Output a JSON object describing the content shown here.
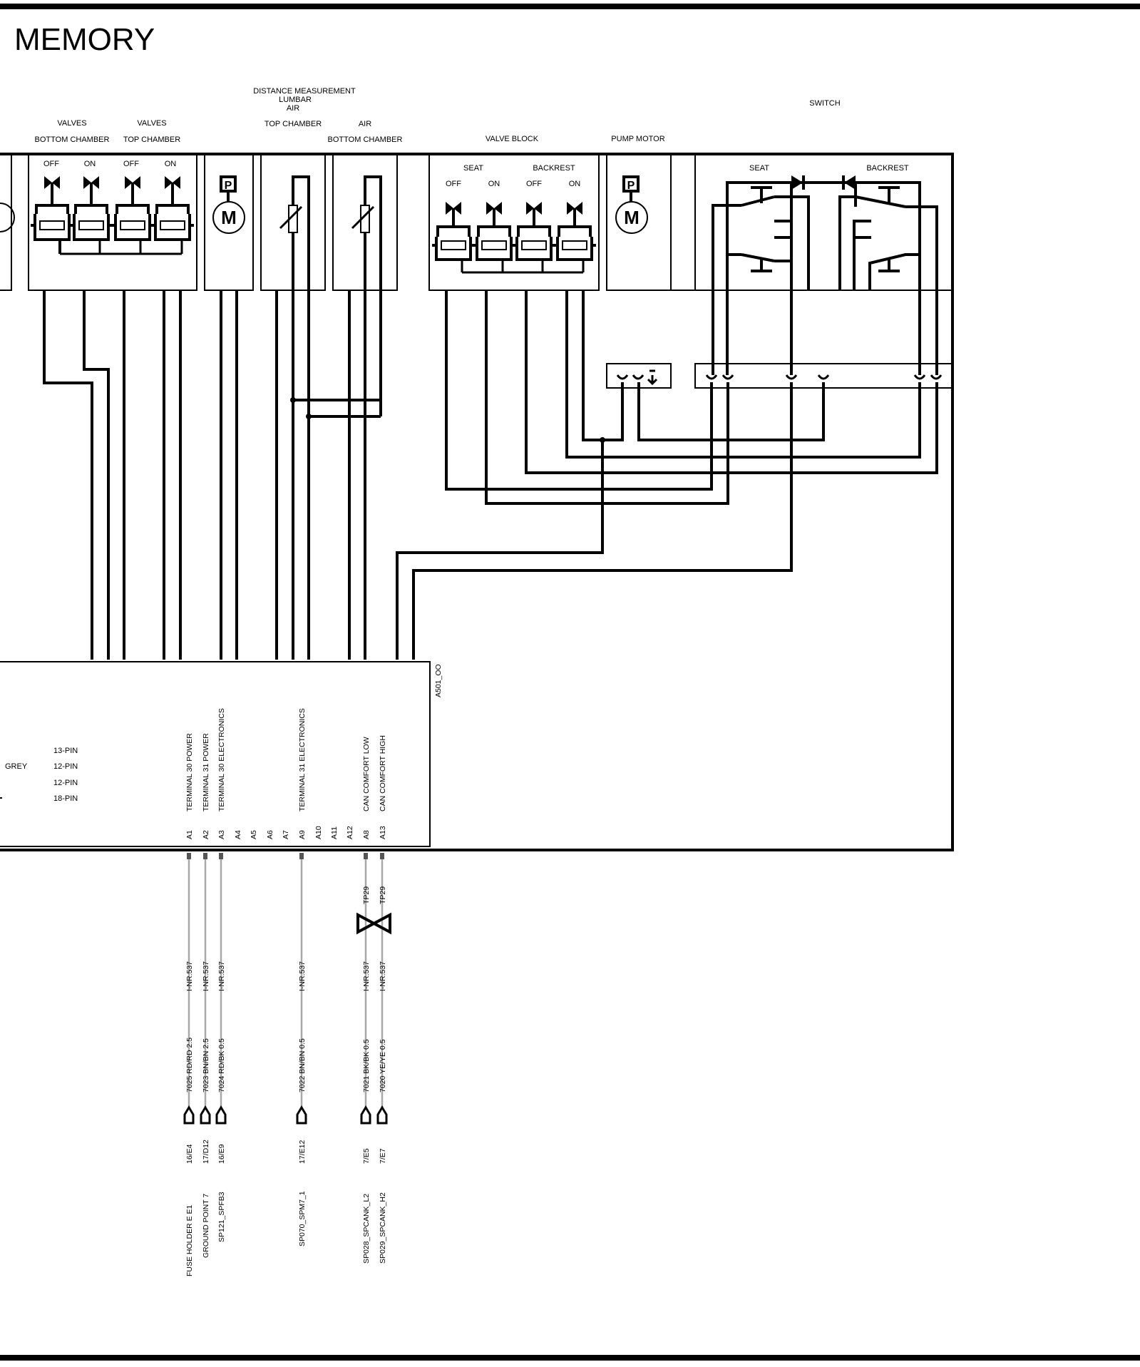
{
  "title": "MEMORY",
  "headers": {
    "valves_a": "VALVES",
    "valves_b": "VALVES",
    "bottom_chamber": "BOTTOM CHAMBER",
    "top_chamber": "TOP CHAMBER",
    "distance_line1": "DISTANCE MEASUREMENT",
    "distance_line2": "LUMBAR",
    "distance_line3": "AIR",
    "lumbar_top_chamber": "TOP CHAMBER",
    "air": "AIR",
    "lumbar_bottom_chamber": "BOTTOM CHAMBER",
    "valve_block": "VALVE BLOCK",
    "pump_motor": "PUMP MOTOR",
    "switch": "SWITCH"
  },
  "valve_labels": [
    "OFF",
    "ON",
    "OFF",
    "ON"
  ],
  "valve_block": {
    "seat": "SEAT",
    "backrest": "BACKREST",
    "states": [
      "OFF",
      "ON",
      "OFF",
      "ON"
    ]
  },
  "switch_labels": {
    "seat": "SEAT",
    "backrest": "BACKREST"
  },
  "motor_symbol": "M",
  "pump_symbol": "P",
  "connector": {
    "id": "A501_OO",
    "grey_label": "GREY",
    "pin_counts": [
      "13-PIN",
      "12-PIN",
      "12-PIN",
      "18-PIN"
    ],
    "pins": [
      "A1",
      "A2",
      "A3",
      "A4",
      "A5",
      "A6",
      "A7",
      "A9",
      "A10",
      "A11",
      "A12",
      "A8",
      "A13"
    ],
    "functions": {
      "A1": "TERMINAL 30   POWER",
      "A2": "TERMINAL 31   POWER",
      "A3": "TERMINAL 30   ELECTRONICS",
      "A9": "TERMINAL 31   ELECTRONICS",
      "A8": "CAN COMFORT LOW",
      "A13": "CAN COMFORT HIGH"
    }
  },
  "twisted_pair": {
    "left": "TP29",
    "right": "TP29"
  },
  "external_wires": [
    {
      "pin": "A1",
      "inr": "I-NR.537",
      "wire": "7025 RD/RD 2.5",
      "ref": "16/E4",
      "dest": "FUSE HOLDER E    E1"
    },
    {
      "pin": "A2",
      "inr": "I-NR.537",
      "wire": "7023 BN/BN 2.5",
      "ref": "17/D12",
      "dest": "GROUND POINT 7"
    },
    {
      "pin": "A3",
      "inr": "I-NR.537",
      "wire": "7024 RD/BK 0.5",
      "ref": "16/E9",
      "dest": "SP121_SPFB3"
    },
    {
      "pin": "A9",
      "inr": "I-NR.537",
      "wire": "7022 BN/BN 0.5",
      "ref": "17/E12",
      "dest": "SP070_SPM7_1"
    },
    {
      "pin": "A8",
      "inr": "I-NR.537",
      "wire": "7021 BK/BK 0.5",
      "ref": "7/E5",
      "dest": "SP028_SPCANK_L2"
    },
    {
      "pin": "A13",
      "inr": "I-NR.537",
      "wire": "7020 YE/YE 0.5",
      "ref": "7/E7",
      "dest": "SP029_SPCANK_H2"
    }
  ]
}
